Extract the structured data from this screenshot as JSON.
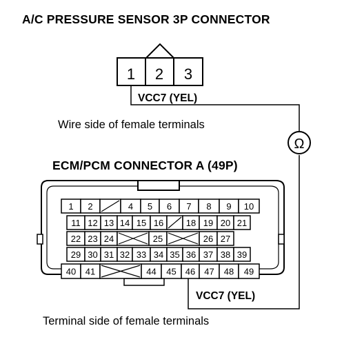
{
  "top_connector": {
    "title": "A/C PRESSURE SENSOR 3P CONNECTOR",
    "pins": [
      "1",
      "2",
      "3"
    ],
    "wire_label": "VCC7 (YEL)",
    "caption": "Wire side of female terminals"
  },
  "meter_symbol": "Ω",
  "bottom_connector": {
    "title": "ECM/PCM CONNECTOR A (49P)",
    "wire_label": "VCC7 (YEL)",
    "caption": "Terminal side of female terminals",
    "rows": [
      [
        "1",
        "2",
        "",
        "4",
        "5",
        "6",
        "7",
        "8",
        "9",
        "10"
      ],
      [
        "11",
        "12",
        "13",
        "14",
        "15",
        "16",
        "",
        "18",
        "19",
        "20",
        "21"
      ],
      [
        "22",
        "23",
        "24",
        "",
        "25",
        "",
        "26",
        "27"
      ],
      [
        "29",
        "30",
        "31",
        "32",
        "33",
        "34",
        "35",
        "36",
        "37",
        "38",
        "39"
      ],
      [
        "40",
        "41",
        "",
        "44",
        "45",
        "46",
        "47",
        "48",
        "49"
      ]
    ]
  }
}
